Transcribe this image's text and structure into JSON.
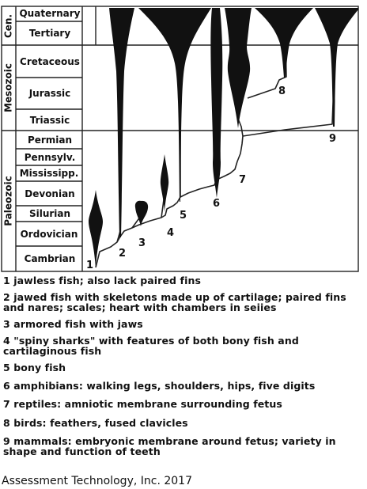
{
  "eras": [
    {
      "id": "cenozoic",
      "label": "Cen."
    },
    {
      "id": "mesozoic",
      "label": "Mesozoic"
    },
    {
      "id": "paleozoic",
      "label": "Paleozoic"
    }
  ],
  "periods": [
    "Quaternary",
    "Tertiary",
    "Cretaceous",
    "Jurassic",
    "Triassic",
    "Permian",
    "Pennsylv.",
    "Mississipp.",
    "Devonian",
    "Silurian",
    "Ordovician",
    "Cambrian"
  ],
  "tree_numbers": [
    "1",
    "2",
    "3",
    "4",
    "5",
    "6",
    "7",
    "8",
    "9"
  ],
  "legend": [
    {
      "lines": [
        "1 jawless fish; also lack paired fins"
      ]
    },
    {
      "lines": [
        "2 jawed fish with skeletons made up of cartilage; paired fins",
        "and nares; scales; heart with chambers in seiies"
      ]
    },
    {
      "lines": [
        "3 armored fish with jaws"
      ]
    },
    {
      "lines": [
        "4 \"spiny sharks\" with features of both bony fish and",
        "cartilaginous fish"
      ]
    },
    {
      "lines": [
        "5 bony fish"
      ]
    },
    {
      "lines": [
        "6 amphibians: walking legs, shoulders, hips, five digits"
      ]
    },
    {
      "lines": [
        "7 reptiles: amniotic membrane surrounding fetus"
      ]
    },
    {
      "lines": [
        "8 birds: feathers, fused clavicles"
      ]
    },
    {
      "lines": [
        "9 mammals: embryonic membrane around fetus; variety in",
        "shape and function of teeth"
      ]
    }
  ],
  "footer": "Assessment Technology, Inc. 2017",
  "colors": {
    "ink": "#111111",
    "line": "#222222",
    "background": "#ffffff"
  }
}
